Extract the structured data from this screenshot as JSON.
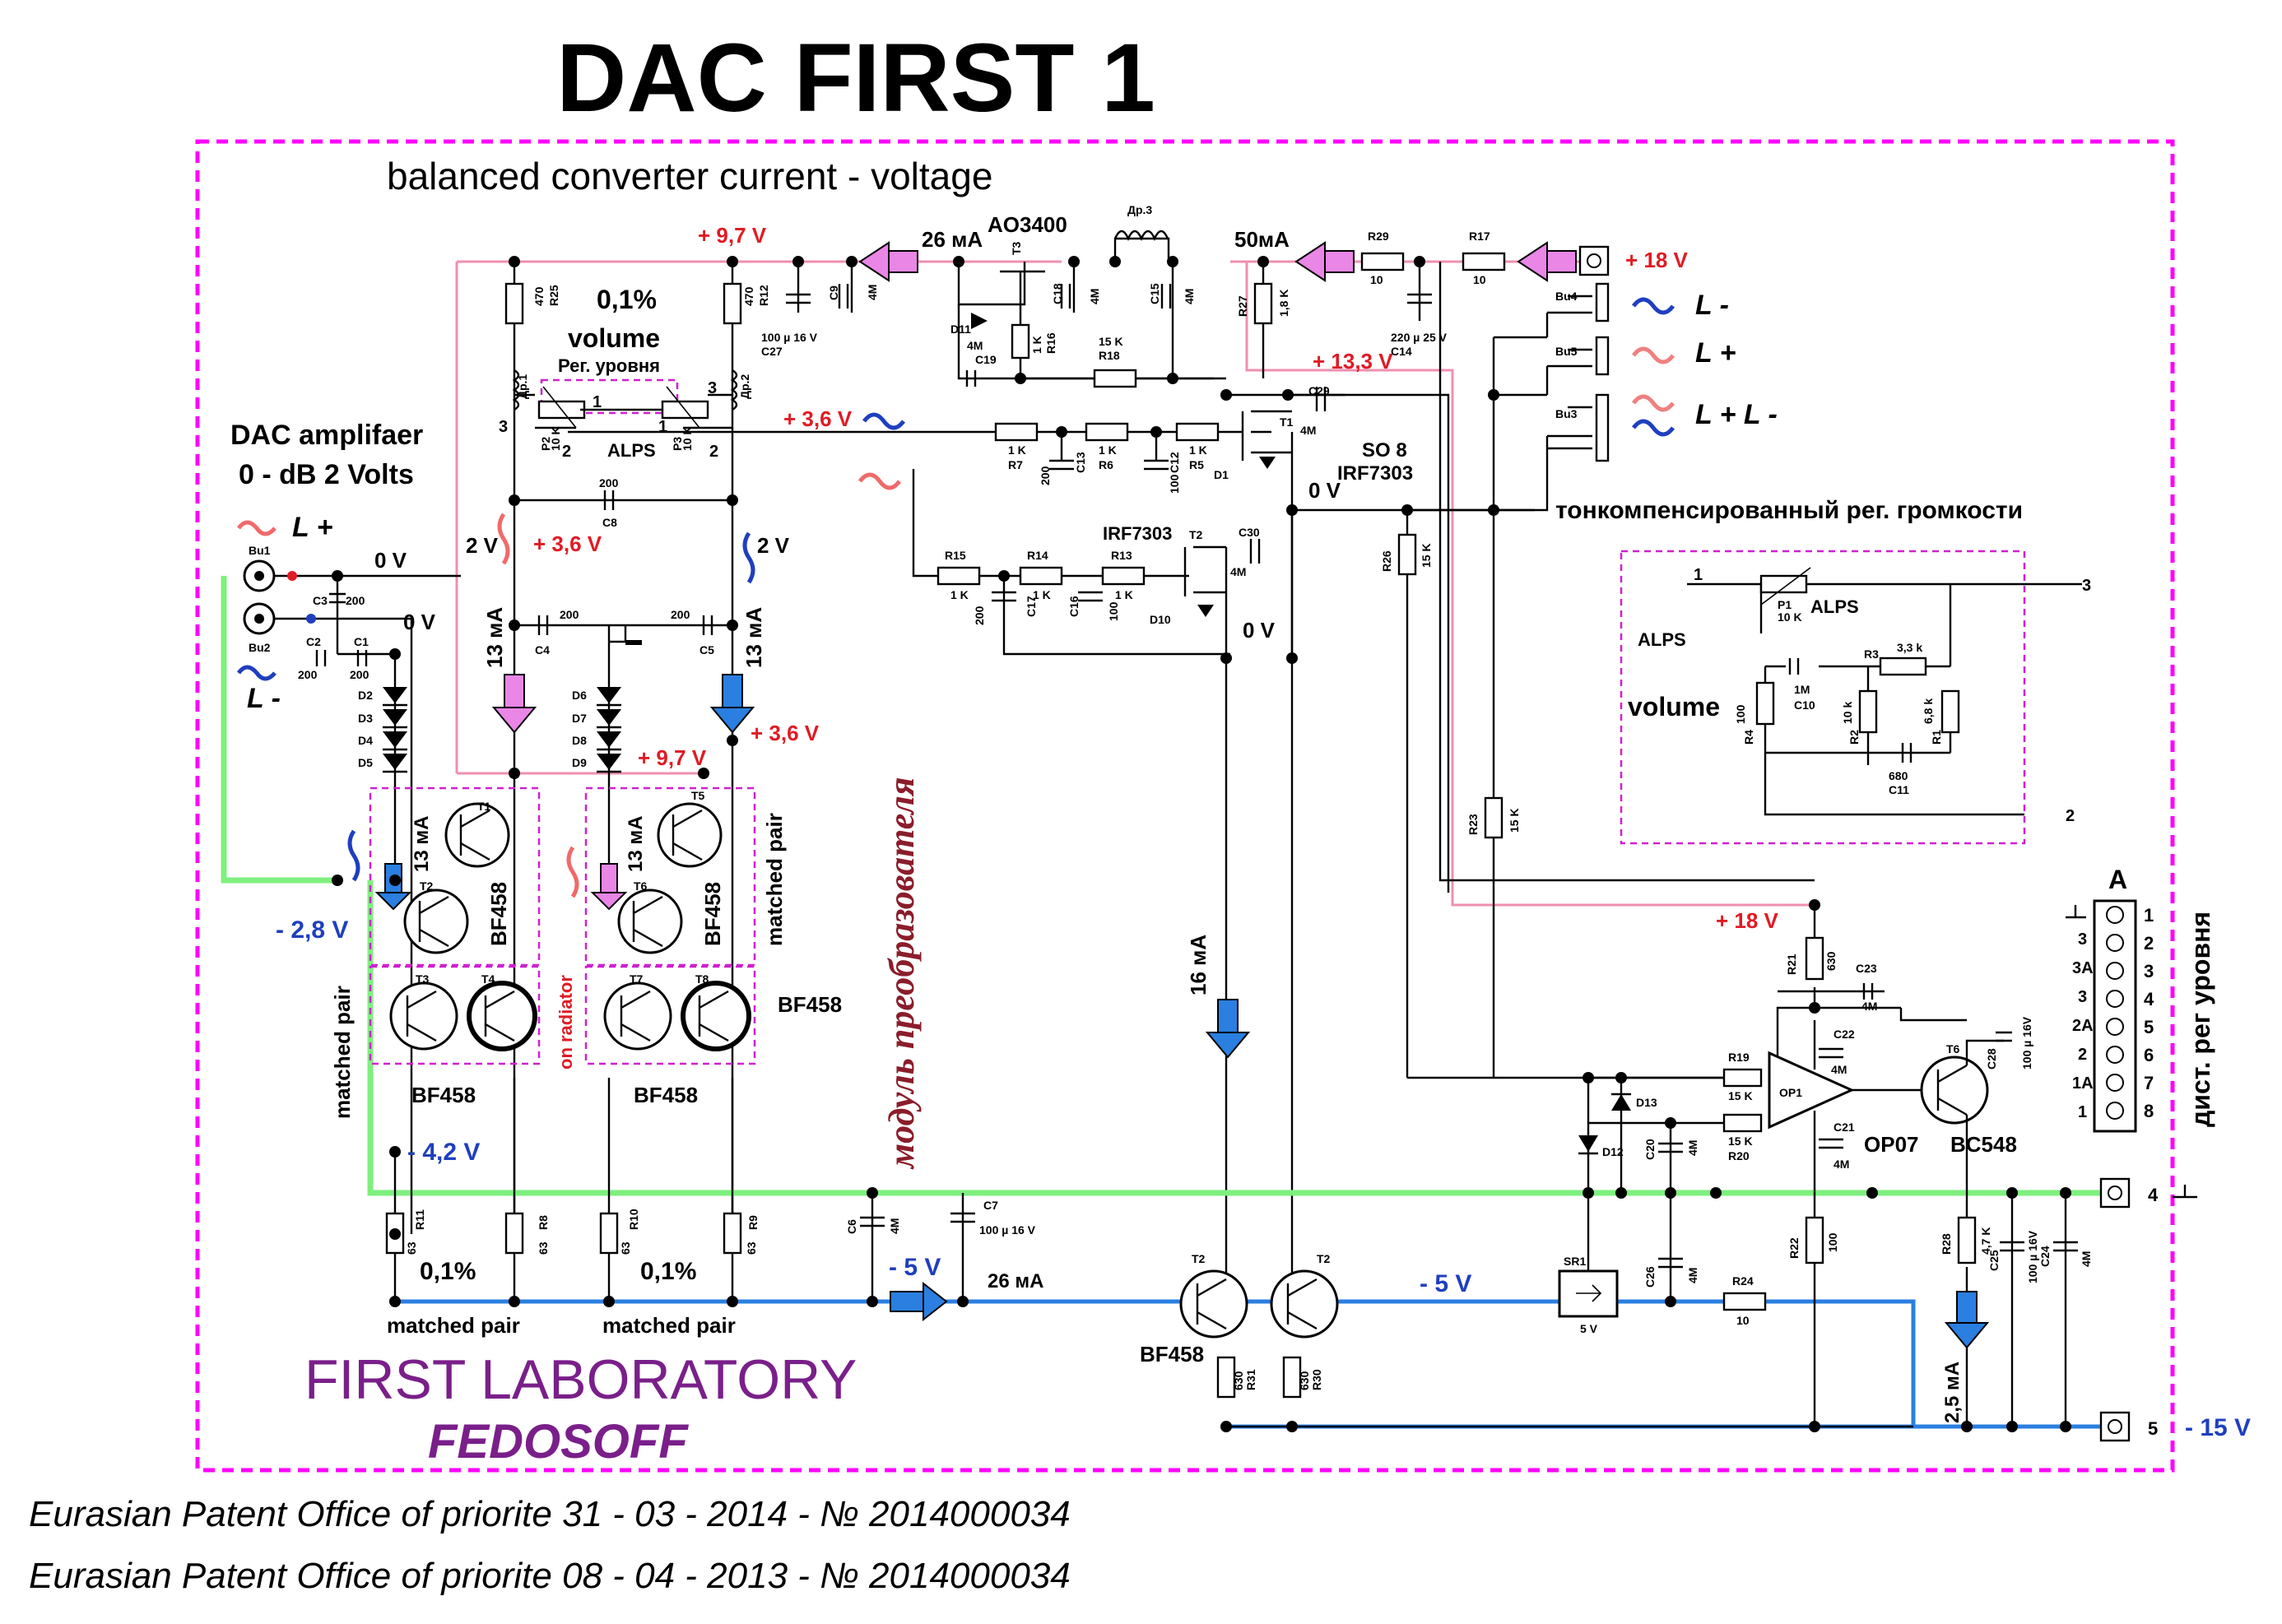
{
  "title": "DAC  FIRST 1",
  "subtitle": "balanced converter current - voltage",
  "amp_label_1": "DAC amplifaer",
  "amp_label_2": "0 - dB 2 Volts",
  "vol_pct": "0,1%",
  "vol_word": "volume",
  "vol_ru": "Рег. уровня",
  "alps": "ALPS",
  "so8": "SO 8",
  "irf7303": "IRF7303",
  "irf7303_t2": "IRF7303",
  "ao3400": "AO3400",
  "tonecomp": "тонкомпенсированный рег. громкости",
  "module_ru": "модуль преобразователя",
  "lab": "FIRST LABORATORY",
  "fedosoff": "FEDOSOFF",
  "patent1": "Eurasian Patent Office of priorite 31 - 03 - 2014 - № 2014000034",
  "patent2": "Eurasian Patent Office of priorite 08 - 04 - 2013 - № 2014000034",
  "dist_ru": "дист. рег уровня",
  "connector_header": "A",
  "voltages": {
    "v97_top": "+ 9,7 V",
    "v18_top": "+ 18 V",
    "v133": "+ 13,3 V",
    "v36_mid": "+ 3,6 V",
    "v36_left": "+ 3,6 V",
    "v36_right": "+ 3,6 V",
    "v97_mid": "+ 9,7 V",
    "v0_1": "0 V",
    "v0_2": "0 V",
    "v0_3": "0 V",
    "v0_4": "0 V",
    "v2_left": "2 V",
    "v2_right": "2 V",
    "vm28": "- 2,8 V",
    "vm42": "- 4,2 V",
    "vm5_left": "- 5 V",
    "vm5_right": "- 5 V",
    "v18_mid": "+ 18 V",
    "vm15": "- 15 V"
  },
  "currents": {
    "i26_top": "26 мА",
    "i50": "50мА",
    "i13_left": "13 мА",
    "i13_right": "13 мА",
    "i13_pair1": "13 мА",
    "i13_pair2": "13 мА",
    "i16": "16 мА",
    "i26_bot": "26 мА",
    "i25": "2,5 мА"
  },
  "legend": {
    "lminus": "L -",
    "lplus": "L +",
    "lboth": "L +  L -",
    "left_lplus": "L +",
    "left_lminus": "L -"
  },
  "transistors": {
    "bf458_1": "BF458",
    "bf458_2": "BF458",
    "bf458_3": "BF458",
    "bf458_4": "BF458",
    "bf458_5": "BF458",
    "bf458_bot": "BF458",
    "bc548": "BC548",
    "op07": "OP07",
    "matched_pair_left": "matched pair",
    "matched_pair_right": "matched pair",
    "on_radiator": "on radiator",
    "matched_pair_b1": "matched pair",
    "matched_pair_b2": "matched pair",
    "pct_b1": "0,1%",
    "pct_b2": "0,1%"
  },
  "inset": {
    "alps_label": "ALPS",
    "alps_left": "ALPS",
    "volume": "volume",
    "n1": "1",
    "n2": "2",
    "n3": "3",
    "p1": "P1",
    "p1v": "10 K",
    "c10": "C10",
    "c10v": "1M",
    "r3": "R3",
    "r3v": "3,3 k",
    "r4": "R4",
    "r4v": "100",
    "r2": "R2",
    "r2v": "10 k",
    "r1": "R1",
    "r1v": "6,8 k",
    "c11": "C11",
    "c11v": "680"
  },
  "connector_pins": [
    "1",
    "2",
    "3",
    "4",
    "5",
    "6",
    "7",
    "8"
  ],
  "connector_left_labels": [
    "3",
    "3А",
    "3",
    "2А",
    "2",
    "1А",
    "1"
  ],
  "pin4": "4",
  "pin5": "5",
  "pin3": "3",
  "pin2": "2",
  "pin1_p": "1",
  "pin2_p": "2",
  "pin3_p": "3",
  "components": {
    "r25": "R25",
    "r25v": "470",
    "r12": "R12",
    "r12v": "470",
    "c27": "C27",
    "c27v": "100 µ 16 V",
    "c9": "C9",
    "c9v": "4M",
    "c18": "C18",
    "c18v": "4M",
    "c15": "C15",
    "c15v": "4M",
    "dr3": "Др.3",
    "r29": "R29",
    "r29v": "10",
    "r17": "R17",
    "r17v": "10",
    "c14": "C14",
    "c14v": "220 µ 25 V",
    "r27": "R27",
    "r27v": "1,8 K",
    "r16": "R16",
    "r16v": "1 K",
    "d11": "D11",
    "t3": "T3",
    "c19": "C19",
    "c19v": "4M",
    "r18": "R18",
    "r18v": "15 K",
    "c29": "C29",
    "t1": "T1",
    "t1v": "4M",
    "r7": "R7",
    "r7v": "1 K",
    "r6": "R6",
    "r6v": "1 K",
    "r5": "R5",
    "r5v": "1 K",
    "c13": "C13",
    "c13v": "200",
    "c12": "C12",
    "c12v": "100",
    "d1": "D1",
    "r15": "R15",
    "r15v": "1 K",
    "r14": "R14",
    "r14v": "1 K",
    "r13": "R13",
    "r13v": "1 K",
    "c17": "C17",
    "c17v": "200",
    "c16": "C16",
    "c16v": "100",
    "t2": "T2",
    "c30": "C30",
    "c30v": "4M",
    "d10": "D10",
    "r26": "R26",
    "r26v": "15 K",
    "r23": "R23",
    "r23v": "15 K",
    "dr1": "Др.1",
    "dr2": "Др.2",
    "p2": "P2",
    "p2v": "10 K",
    "p3": "P3",
    "p3v": "10 K",
    "c8": "C8",
    "c8v": "200",
    "c4": "C4",
    "c4v": "200",
    "c5": "C5",
    "c5v": "200",
    "bu1": "Bu1",
    "bu2": "Bu2",
    "bu3": "Bu3",
    "bu4": "Bu4",
    "bu5": "Bu5",
    "c3": "C3",
    "c3v": "200",
    "c2": "C2",
    "c2v": "200",
    "c1": "C1",
    "c1v": "200",
    "d2": "D2",
    "d3": "D3",
    "d4": "D4",
    "d5": "D5",
    "d6": "D6",
    "d7": "D7",
    "d8": "D8",
    "d9": "D9",
    "t1a": "T1",
    "t2a": "T2",
    "t3a": "T3",
    "t4a": "T4",
    "t5a": "T5",
    "t6a": "T6",
    "t7a": "T7",
    "t8a": "T8",
    "r11": "R11",
    "r11v": "63",
    "r8": "R8",
    "r8v": "63",
    "r10": "R10",
    "r10v": "63",
    "r9": "R9",
    "r9v": "63",
    "c6": "C6",
    "c6v": "4M",
    "c7": "C7",
    "c7v": "100 µ 16 V",
    "t2b": "T2",
    "t2c": "T2",
    "r31": "R31",
    "r31v": "630",
    "r30": "R30",
    "r30v": "630",
    "r21": "R21",
    "r21v": "630",
    "c23": "C23",
    "c23v": "4M",
    "c22": "C22",
    "c22v": "4M",
    "c21": "C21",
    "c21v": "4M",
    "r19": "R19",
    "r19v": "15 K",
    "r20": "R20",
    "r20v": "15 K",
    "op1": "OP1",
    "d13": "D13",
    "d12": "D12",
    "c20": "C20",
    "c20v": "4M",
    "t6": "T6",
    "c28": "C28",
    "c28v": "100 µ 16V",
    "r22": "R22",
    "r22v": "100",
    "r28": "R28",
    "r28v": "4,7 K",
    "c25": "C25",
    "c25v": "100 µ 16V",
    "c24": "C24",
    "c24v": "4M",
    "sr1": "SR1",
    "sr1v": "5 V",
    "c26": "C26",
    "c26v": "4M",
    "r24": "R24",
    "r24v": "10",
    "n1a": "1",
    "n2a": "2",
    "n3a": "3",
    "n1b": "1",
    "n2b": "2",
    "n3b": "3"
  }
}
